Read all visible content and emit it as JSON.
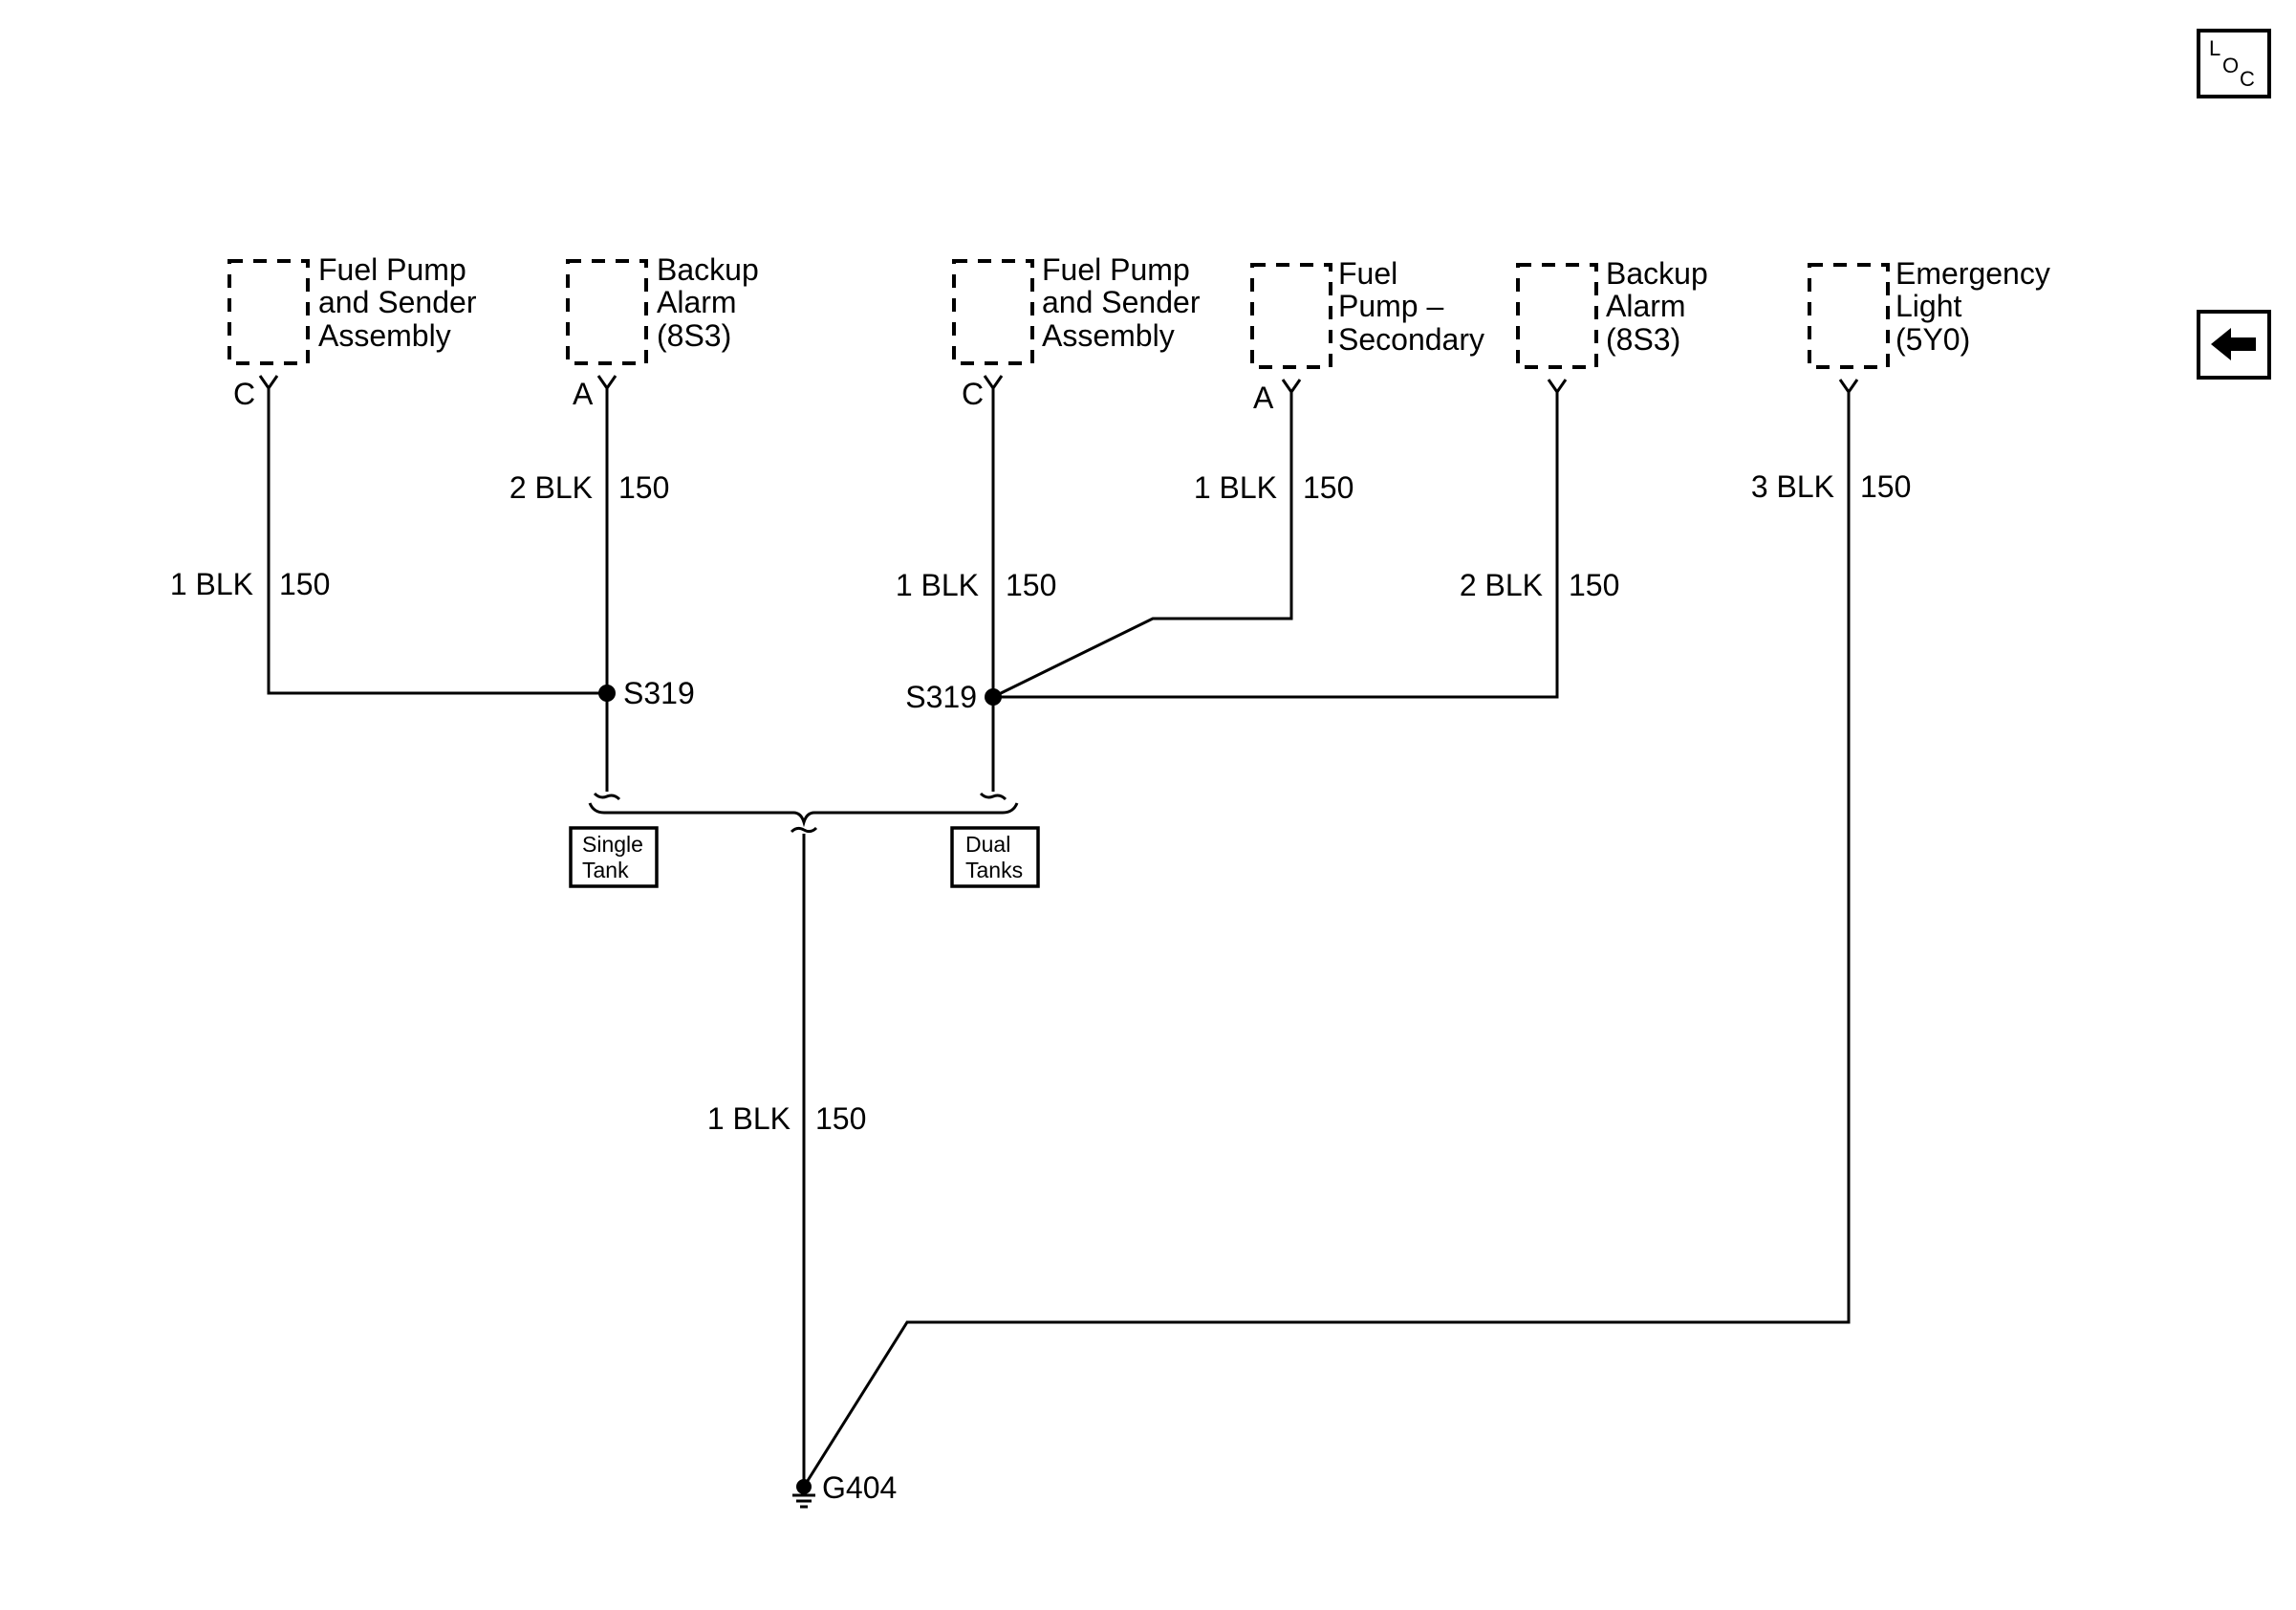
{
  "nav": {
    "loc_button": {
      "letters": [
        "L",
        "O",
        "C"
      ],
      "icon": "loc-icon"
    },
    "back_button": {
      "icon": "left-arrow-icon"
    }
  },
  "components": {
    "fuel_pump_sender_1": [
      "Fuel Pump",
      "and Sender",
      "Assembly"
    ],
    "backup_alarm_1": [
      "Backup",
      "Alarm",
      "(8S3)"
    ],
    "fuel_pump_sender_2": [
      "Fuel Pump",
      "and Sender",
      "Assembly"
    ],
    "fuel_pump_secondary": [
      "Fuel",
      "Pump –",
      "Secondary"
    ],
    "backup_alarm_2": [
      "Backup",
      "Alarm",
      "(8S3)"
    ],
    "emergency_light": [
      "Emergency",
      "Light",
      "(5Y0)"
    ]
  },
  "pins": {
    "fuel_pump_sender_1": "C",
    "backup_alarm_1": "A",
    "fuel_pump_sender_2": "C",
    "fuel_pump_secondary": "A"
  },
  "wires": {
    "w1": {
      "spec": "1 BLK",
      "circuit": "150"
    },
    "w2": {
      "spec": "2 BLK",
      "circuit": "150"
    },
    "w3": {
      "spec": "1 BLK",
      "circuit": "150"
    },
    "w4": {
      "spec": "1 BLK",
      "circuit": "150"
    },
    "w5": {
      "spec": "2 BLK",
      "circuit": "150"
    },
    "w6": {
      "spec": "3 BLK",
      "circuit": "150"
    },
    "w7": {
      "spec": "1 BLK",
      "circuit": "150"
    }
  },
  "splices": {
    "left": "S319",
    "right": "S319"
  },
  "options": {
    "single": [
      "Single",
      "Tank"
    ],
    "dual": [
      "Dual",
      "Tanks"
    ]
  },
  "ground": "G404"
}
